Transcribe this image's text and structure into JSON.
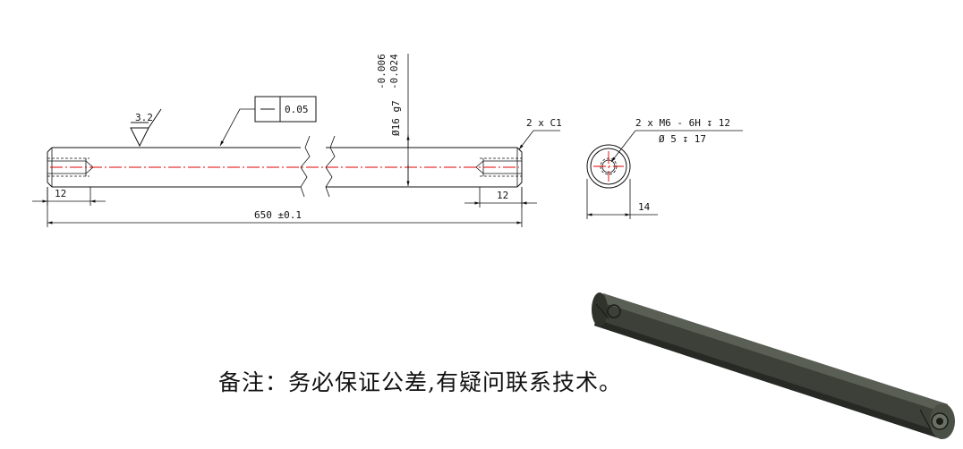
{
  "drawing": {
    "surface_finish": "3.2",
    "flatness": {
      "tolerance": "0.05"
    },
    "diameter": {
      "nominal": "Ø16 g7",
      "upper": "-0.006",
      "lower": "-0.024"
    },
    "chamfer": "2 x C1",
    "length": "650 ±0.1",
    "left_thread_depth": "12",
    "right_thread_depth": "12",
    "thread_callout_line1": "2 x  M6 - 6H ↧ 12",
    "thread_callout_line2": "Ø 5 ↧ 17",
    "end_width": "14"
  },
  "note": "备注：务必保证公差,有疑问联系技术。"
}
